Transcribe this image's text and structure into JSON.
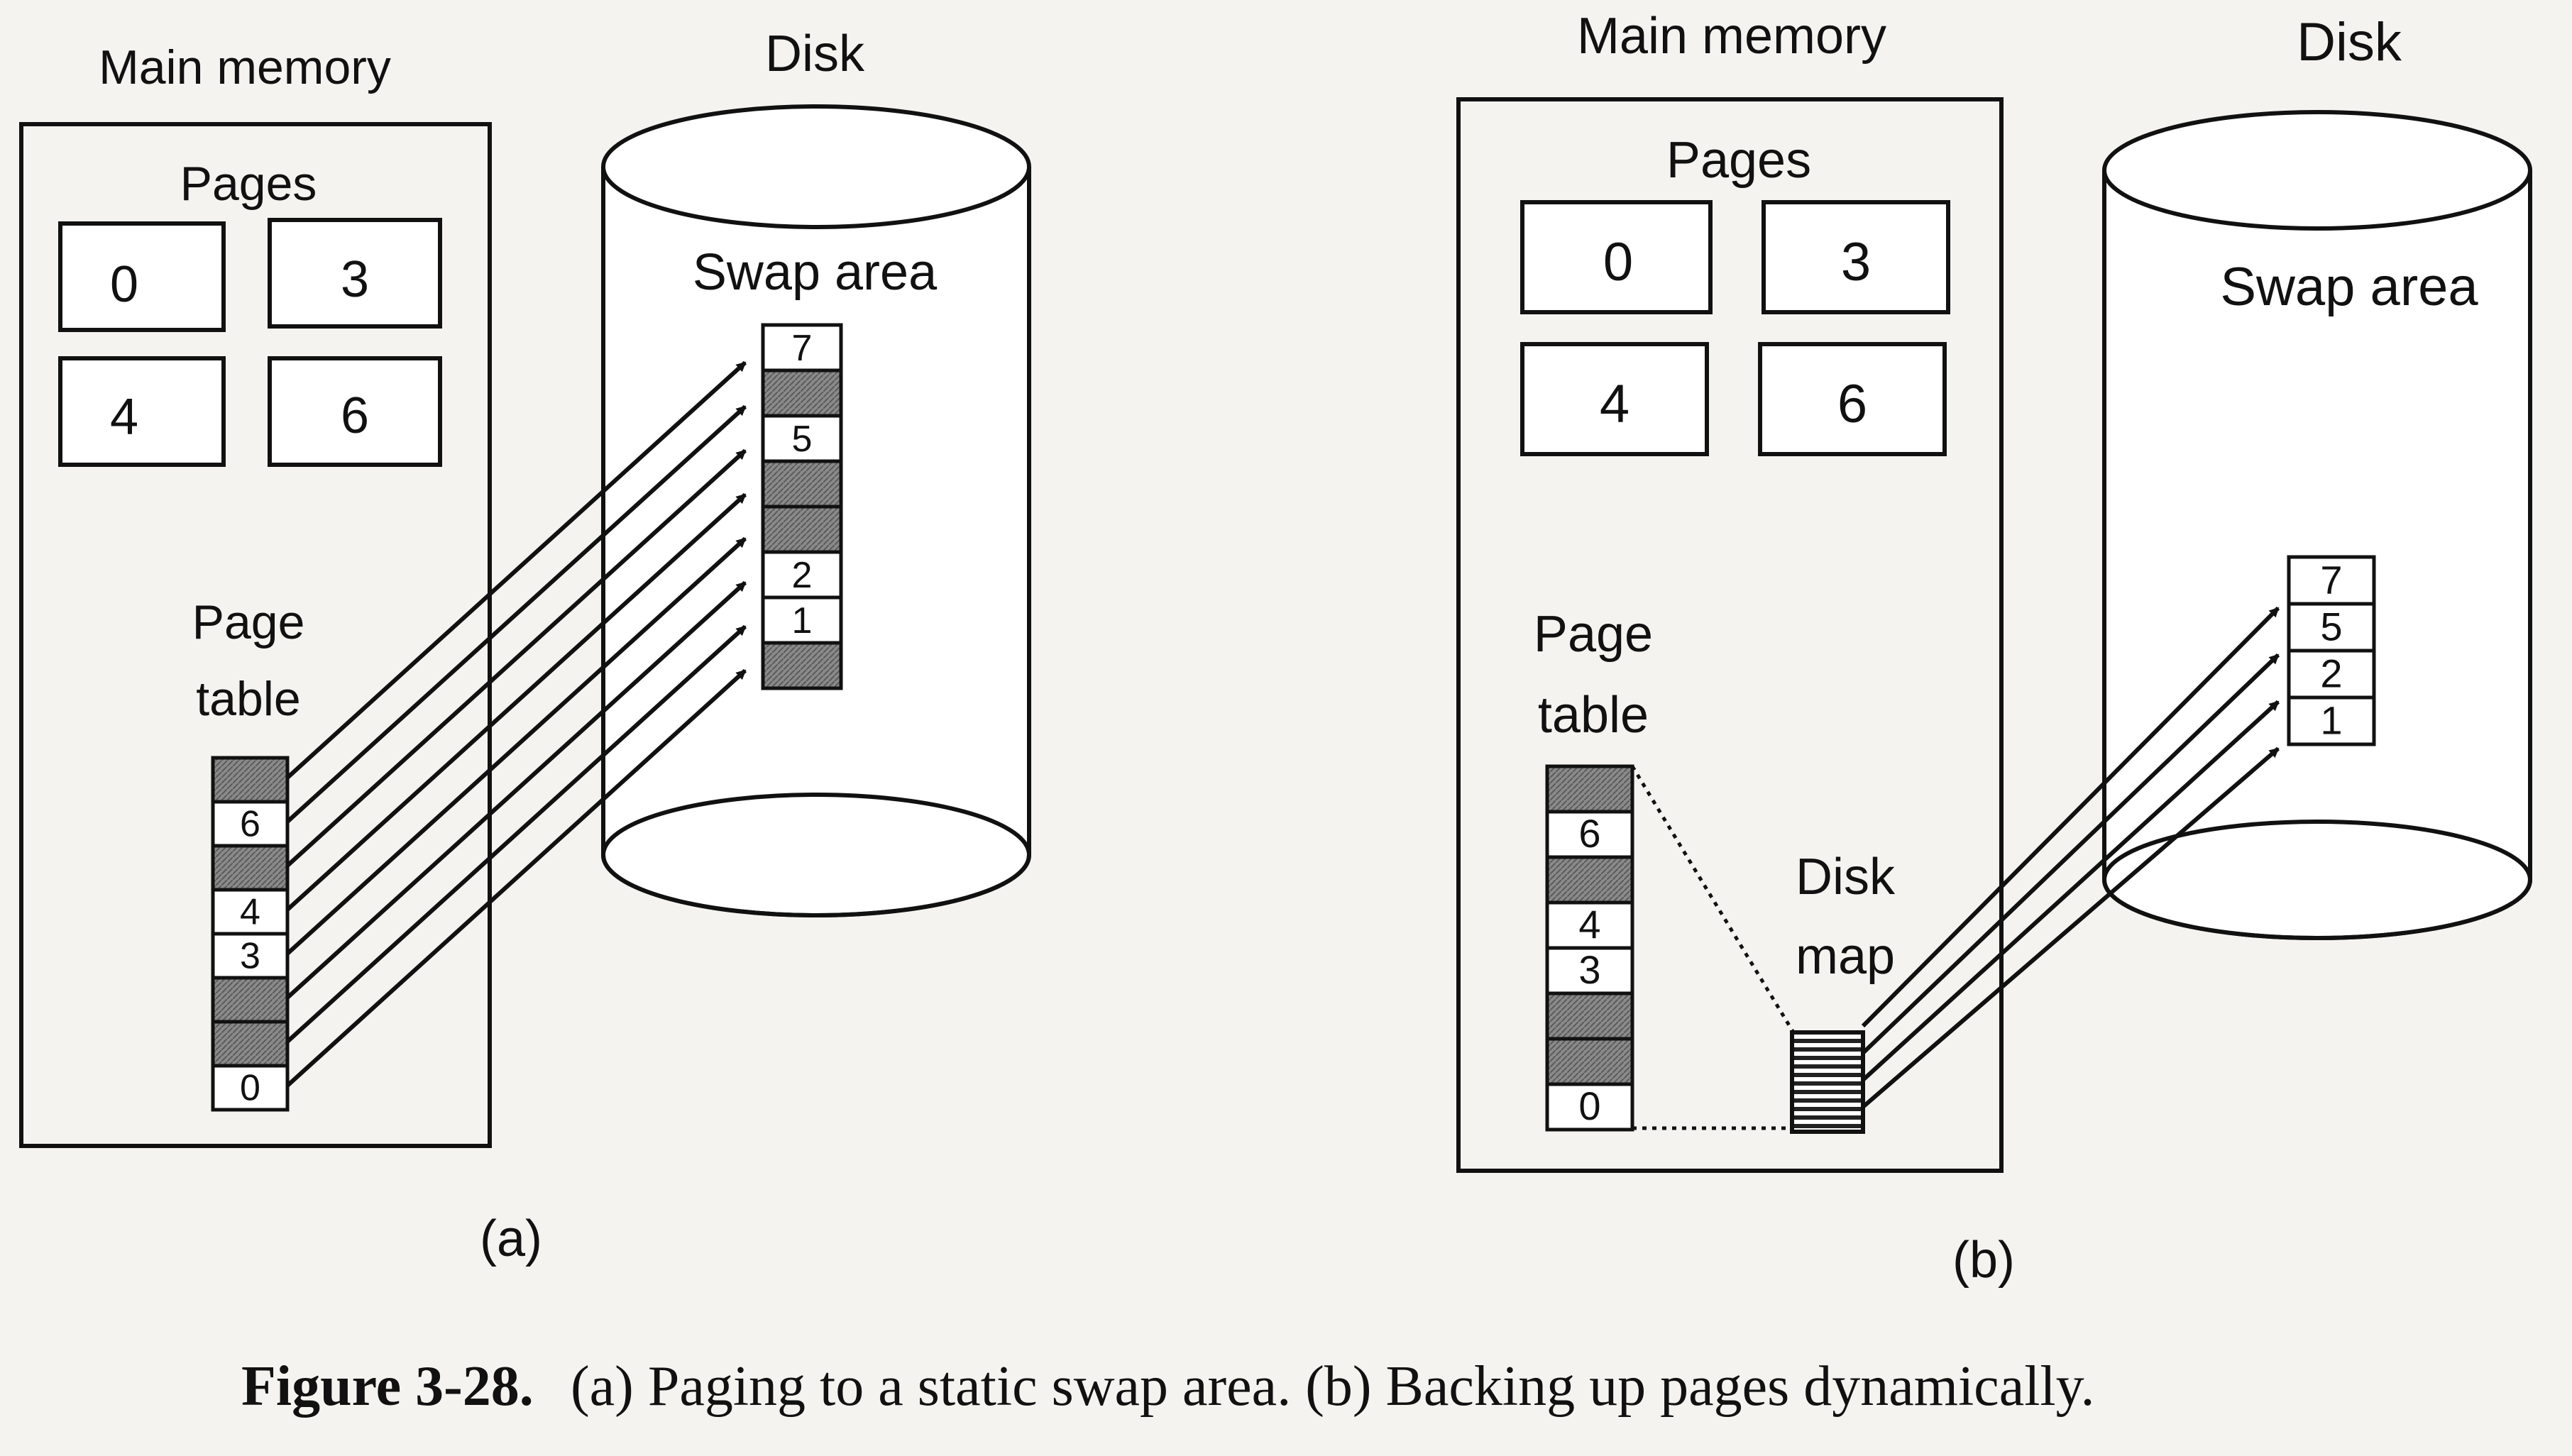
{
  "panel_a": {
    "main_memory_label": "Main memory",
    "disk_label": "Disk",
    "pages_label": "Pages",
    "pages": [
      "0",
      "3",
      "4",
      "6"
    ],
    "page_table_label_line1": "Page",
    "page_table_label_line2": "table",
    "page_table": [
      "",
      "6",
      "",
      "4",
      "3",
      "",
      "",
      "0"
    ],
    "swap_area_label": "Swap area",
    "swap_slots": [
      "7",
      "",
      "5",
      "",
      "",
      "2",
      "1",
      ""
    ],
    "panel_label": "(a)"
  },
  "panel_b": {
    "main_memory_label": "Main memory",
    "disk_label": "Disk",
    "pages_label": "Pages",
    "pages": [
      "0",
      "3",
      "4",
      "6"
    ],
    "page_table_label_line1": "Page",
    "page_table_label_line2": "table",
    "page_table": [
      "",
      "6",
      "",
      "4",
      "3",
      "",
      "",
      "0"
    ],
    "disk_map_label_line1": "Disk",
    "disk_map_label_line2": "map",
    "swap_area_label": "Swap area",
    "swap_slots": [
      "7",
      "5",
      "2",
      "1"
    ],
    "panel_label": "(b)"
  },
  "caption": {
    "figure_label": "Figure 3-28.",
    "text": "(a) Paging to a static swap area. (b) Backing up pages dynamically."
  },
  "colors": {
    "ink": "#111111",
    "shaded_slot": "#8a8a8a",
    "background": "#f4f3f0"
  }
}
